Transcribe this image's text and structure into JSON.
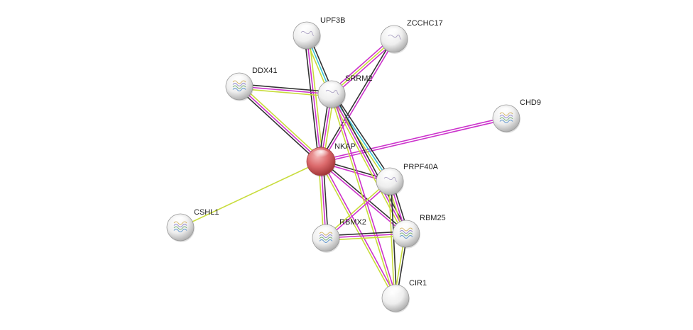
{
  "network": {
    "colors": {
      "query_node": "#d9595c",
      "node": "#f2f2f2",
      "coexpression": "#333333",
      "experiments": "#cc33cc",
      "textmining": "#c8dc3c",
      "databases": "#3bc4d6"
    },
    "nodes": [
      {
        "id": "NKAP",
        "label": "NKAP",
        "query": true,
        "structure": "none"
      },
      {
        "id": "UPF3B",
        "label": "UPF3B",
        "query": false,
        "structure": "coil"
      },
      {
        "id": "ZCCHC17",
        "label": "ZCCHC17",
        "query": false,
        "structure": "coil"
      },
      {
        "id": "DDX41",
        "label": "DDX41",
        "query": false,
        "structure": "protein"
      },
      {
        "id": "SRRM2",
        "label": "SRRM2",
        "query": false,
        "structure": "coil"
      },
      {
        "id": "CHD9",
        "label": "CHD9",
        "query": false,
        "structure": "protein"
      },
      {
        "id": "PRPF40A",
        "label": "PRPF40A",
        "query": false,
        "structure": "coil"
      },
      {
        "id": "CSHL1",
        "label": "CSHL1",
        "query": false,
        "structure": "protein"
      },
      {
        "id": "RBMX2",
        "label": "RBMX2",
        "query": false,
        "structure": "protein"
      },
      {
        "id": "RBM25",
        "label": "RBM25",
        "query": false,
        "structure": "protein"
      },
      {
        "id": "CIR1",
        "label": "CIR1",
        "query": false,
        "structure": "none"
      }
    ],
    "edges": [
      {
        "source": "NKAP",
        "target": "UPF3B",
        "evidence": [
          "coexpression",
          "experiments",
          "textmining"
        ]
      },
      {
        "source": "NKAP",
        "target": "ZCCHC17",
        "evidence": [
          "coexpression",
          "experiments"
        ]
      },
      {
        "source": "NKAP",
        "target": "DDX41",
        "evidence": [
          "coexpression",
          "experiments",
          "textmining"
        ]
      },
      {
        "source": "NKAP",
        "target": "SRRM2",
        "evidence": [
          "coexpression",
          "experiments",
          "textmining"
        ]
      },
      {
        "source": "NKAP",
        "target": "CHD9",
        "evidence": [
          "experiments",
          "experiments"
        ]
      },
      {
        "source": "NKAP",
        "target": "PRPF40A",
        "evidence": [
          "coexpression",
          "experiments"
        ]
      },
      {
        "source": "NKAP",
        "target": "CSHL1",
        "evidence": [
          "textmining"
        ]
      },
      {
        "source": "NKAP",
        "target": "RBMX2",
        "evidence": [
          "coexpression",
          "experiments",
          "textmining"
        ]
      },
      {
        "source": "NKAP",
        "target": "RBM25",
        "evidence": [
          "coexpression",
          "experiments"
        ]
      },
      {
        "source": "NKAP",
        "target": "CIR1",
        "evidence": [
          "experiments",
          "textmining"
        ]
      },
      {
        "source": "UPF3B",
        "target": "SRRM2",
        "evidence": [
          "coexpression",
          "databases",
          "textmining"
        ]
      },
      {
        "source": "ZCCHC17",
        "target": "SRRM2",
        "evidence": [
          "experiments",
          "textmining",
          "experiments"
        ]
      },
      {
        "source": "DDX41",
        "target": "SRRM2",
        "evidence": [
          "coexpression",
          "experiments",
          "textmining"
        ]
      },
      {
        "source": "SRRM2",
        "target": "PRPF40A",
        "evidence": [
          "coexpression",
          "databases",
          "textmining"
        ]
      },
      {
        "source": "SRRM2",
        "target": "RBM25",
        "evidence": [
          "coexpression",
          "experiments",
          "textmining"
        ]
      },
      {
        "source": "SRRM2",
        "target": "CIR1",
        "evidence": [
          "experiments",
          "textmining"
        ]
      },
      {
        "source": "PRPF40A",
        "target": "RBMX2",
        "evidence": [
          "experiments",
          "textmining"
        ]
      },
      {
        "source": "PRPF40A",
        "target": "RBM25",
        "evidence": [
          "coexpression",
          "experiments",
          "textmining"
        ]
      },
      {
        "source": "PRPF40A",
        "target": "CIR1",
        "evidence": [
          "coexpression",
          "textmining"
        ]
      },
      {
        "source": "RBMX2",
        "target": "RBM25",
        "evidence": [
          "coexpression",
          "experiments",
          "textmining"
        ]
      },
      {
        "source": "RBM25",
        "target": "CIR1",
        "evidence": [
          "coexpression",
          "textmining"
        ]
      }
    ]
  }
}
